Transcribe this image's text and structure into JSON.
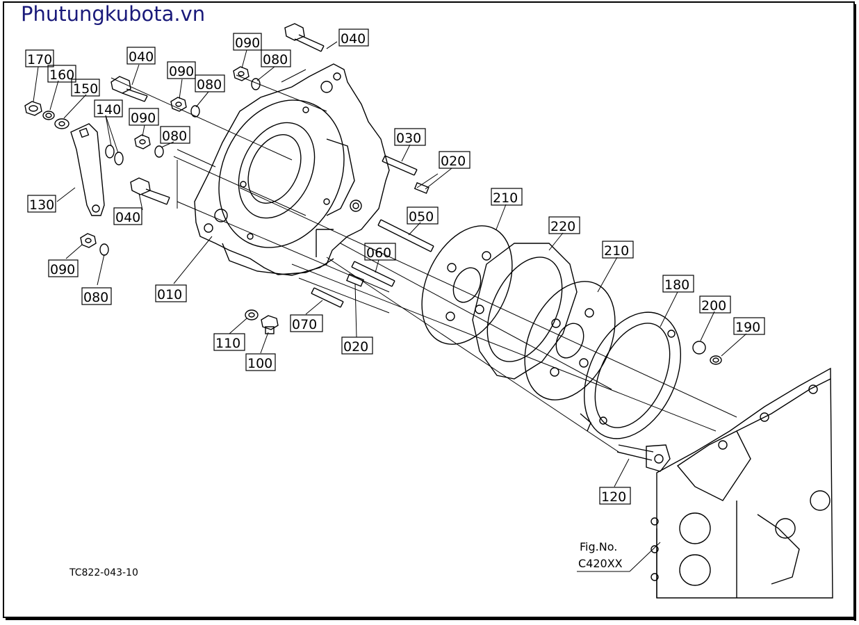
{
  "site_logo": "Phutungkubota.vn",
  "drawing_code": "TC822-043-10",
  "figure_ref": {
    "title": "Fig.No.",
    "code": "C420XX"
  },
  "parts": [
    "010",
    "020",
    "030",
    "040",
    "050",
    "060",
    "070",
    "080",
    "090",
    "100",
    "110",
    "120",
    "130",
    "140",
    "150",
    "160",
    "170",
    "180",
    "190",
    "200",
    "210",
    "220"
  ],
  "callouts": [
    {
      "id": "170"
    },
    {
      "id": "160"
    },
    {
      "id": "150"
    },
    {
      "id": "140"
    },
    {
      "id": "130"
    },
    {
      "id": "040"
    },
    {
      "id": "040"
    },
    {
      "id": "040"
    },
    {
      "id": "090"
    },
    {
      "id": "090"
    },
    {
      "id": "090"
    },
    {
      "id": "090"
    },
    {
      "id": "080"
    },
    {
      "id": "080"
    },
    {
      "id": "080"
    },
    {
      "id": "080"
    },
    {
      "id": "010"
    },
    {
      "id": "030"
    },
    {
      "id": "020"
    },
    {
      "id": "020"
    },
    {
      "id": "050"
    },
    {
      "id": "060"
    },
    {
      "id": "070"
    },
    {
      "id": "110"
    },
    {
      "id": "100"
    },
    {
      "id": "210"
    },
    {
      "id": "220"
    },
    {
      "id": "210"
    },
    {
      "id": "180"
    },
    {
      "id": "200"
    },
    {
      "id": "190"
    },
    {
      "id": "120"
    }
  ]
}
